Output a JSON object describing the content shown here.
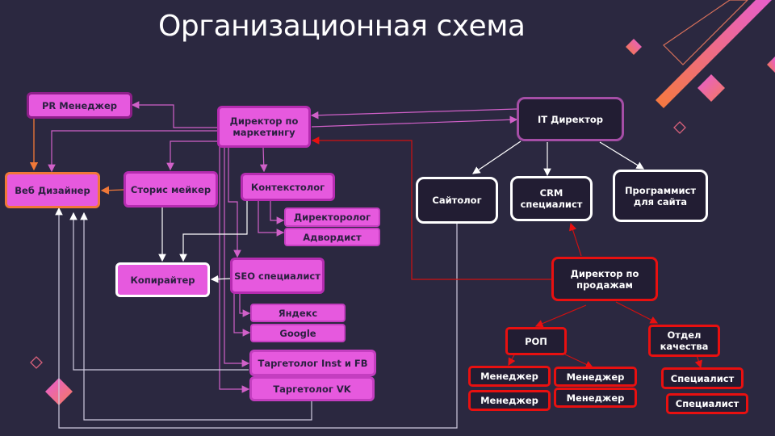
{
  "title": "Организационная схема",
  "colors": {
    "background": "#2b2840",
    "marketing_fill": "#e659de",
    "marketing_border": "#b52cb0",
    "it_border": "#a54ea6",
    "sales_border": "#e81010",
    "accent_orange": "#f07838",
    "connector_white": "#ffffff",
    "connector_pink": "#d060c8",
    "connector_red": "#d01010"
  },
  "nodes": {
    "marketing_director": "Директор по маркетингу",
    "pr_manager": "PR Менеджер",
    "web_designer": "Веб Дизайнер",
    "stories_maker": "Сторис мейкер",
    "contextologist": "Контекстолог",
    "directorologist": "Директоролог",
    "adwordist": "Адвордист",
    "copywriter": "Копирайтер",
    "seo_specialist": "SEO специалист",
    "yandex": "Яндекс",
    "google": "Google",
    "targetologist_inst_fb": "Таргетолог Inst и FB",
    "targetologist_vk": "Таргетолог VK",
    "it_director": "IT Директор",
    "sitologist": "Сайтолог",
    "crm_specialist": "CRM специалист",
    "site_programmer": "Программист для сайта",
    "sales_director": "Директор по продажам",
    "rop": "РОП",
    "manager_1": "Менеджер",
    "manager_2": "Менеджер",
    "manager_3": "Менеджер",
    "manager_4": "Менеджер",
    "quality_department": "Отдел качества",
    "specialist_1": "Специалист",
    "specialist_2": "Специалист"
  },
  "decorations": [
    "diamond-icon",
    "diamond-outline-icon",
    "stripe-icon",
    "rectangle-outline-icon"
  ]
}
